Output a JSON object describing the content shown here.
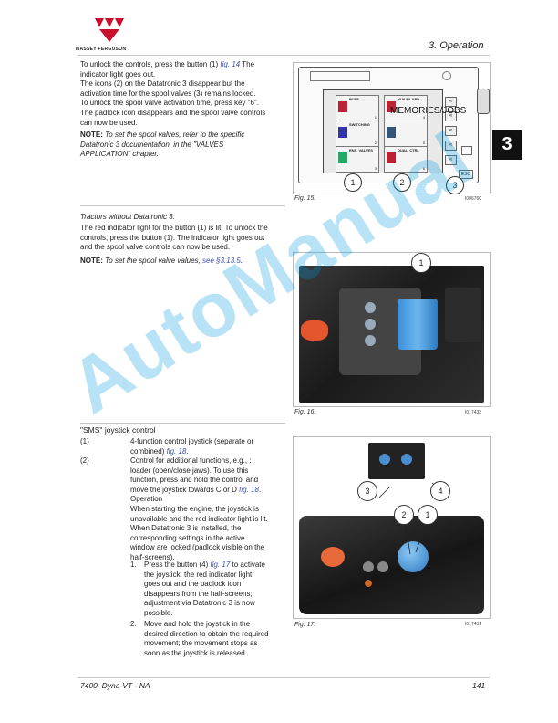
{
  "header": {
    "brand": "MASSEY FERGUSON",
    "section_title": "3. Operation",
    "chapter_tab": "3"
  },
  "col1": {
    "para1_lines": [
      [
        "To unlock the controls, press the button (1) ",
        "fig. 14",
        " The"
      ],
      [
        "indicator light goes out."
      ],
      [
        "The icons (2) on the Datatronic 3 disappear but the"
      ],
      [
        "activation time for the spool valves (3) remains locked."
      ],
      [
        "To unlock the spool valve activation time, press key \"6\"."
      ],
      [
        "The padlock icon disappears and the spool valve controls"
      ],
      [
        "can now be used."
      ]
    ],
    "note1_label": "NOTE:",
    "note1_lines": [
      " To set the spool valves, refer to the specific",
      "Datatronic 3 documentation, in the \"VALVES",
      "APPLICATION\" chapter."
    ],
    "subhead": "Tractors without Datatronic 3:",
    "para2_lines": [
      "The red indicator light for the button (1) is lit. To unlock the",
      "controls, press the button (1). The indicator light goes out",
      "and the spool valve controls can now be used."
    ],
    "note2_label": "NOTE:",
    "note2_text": " To set the spool valve values, ",
    "note2_link": "see §3.13.5",
    "note2_end": ".",
    "joy_title": "\"SMS\" joystick control",
    "items": [
      {
        "num": "(1)",
        "lines": [
          "4-function control joystick (separate or",
          "combined) "
        ],
        "link": "fig. 18",
        "end": "."
      },
      {
        "num": "(2)",
        "lines": [
          "Control for additional functions, e.g., :",
          "loader (open/close jaws). To use this",
          "function, press and hold the control and",
          "move the joystick towards C or D "
        ],
        "link": "fig. 18",
        "end": "."
      }
    ],
    "operation_head": "Operation",
    "operation_lines": [
      "When starting the engine, the joystick is",
      "unavailable and the red indicator light is lit.",
      "When Datatronic 3 is installed, the",
      "corresponding settings in the active",
      "window are locked (padlock visible on the",
      "half-screens)."
    ],
    "steps": [
      {
        "num": "1.",
        "lines": [
          "Press the button (4) ",
          "to activate",
          "the joystick; the red indicator light",
          "goes out and the padlock icon",
          "disappears from the half-screens;",
          "adjustment via Datatronic 3 is now",
          "possible."
        ],
        "link": "fig. 17"
      },
      {
        "num": "2.",
        "lines": [
          "Move and hold the joystick in the",
          "desired direction to obtain the required",
          "movement; the movement stops as",
          "soon as the joystick is released."
        ]
      }
    ]
  },
  "figures": {
    "fig15": {
      "caption": "Fig. 15.",
      "code": "I006760",
      "overlay": "MEMORIES/JOBS",
      "tiles": [
        {
          "label": "PUSE",
          "num": "1"
        },
        {
          "label": "HUILE/LARD",
          "num": "4"
        },
        {
          "label": "SWITCHING",
          "num": "2"
        },
        {
          "label": "",
          "num": "5"
        },
        {
          "label": "ENS. VALVES",
          "num": "3"
        },
        {
          "label": "DUAL. CTRL",
          "num": "6"
        }
      ],
      "callouts": [
        "1",
        "2",
        "3"
      ],
      "esc": "ESC"
    },
    "fig16": {
      "caption": "Fig. 16.",
      "code": "I017433",
      "callouts": [
        "1"
      ]
    },
    "fig17": {
      "caption": "Fig. 17.",
      "code": "I017431",
      "callouts": [
        "3",
        "4",
        "2",
        "1"
      ]
    }
  },
  "footer": {
    "model": "7400, Dyna-VT - NA",
    "page": "141"
  },
  "watermark": "AutoManual",
  "colors": {
    "brand_red": "#c8102e",
    "link": "#3a4fb0",
    "watermark": "#0096dc"
  }
}
